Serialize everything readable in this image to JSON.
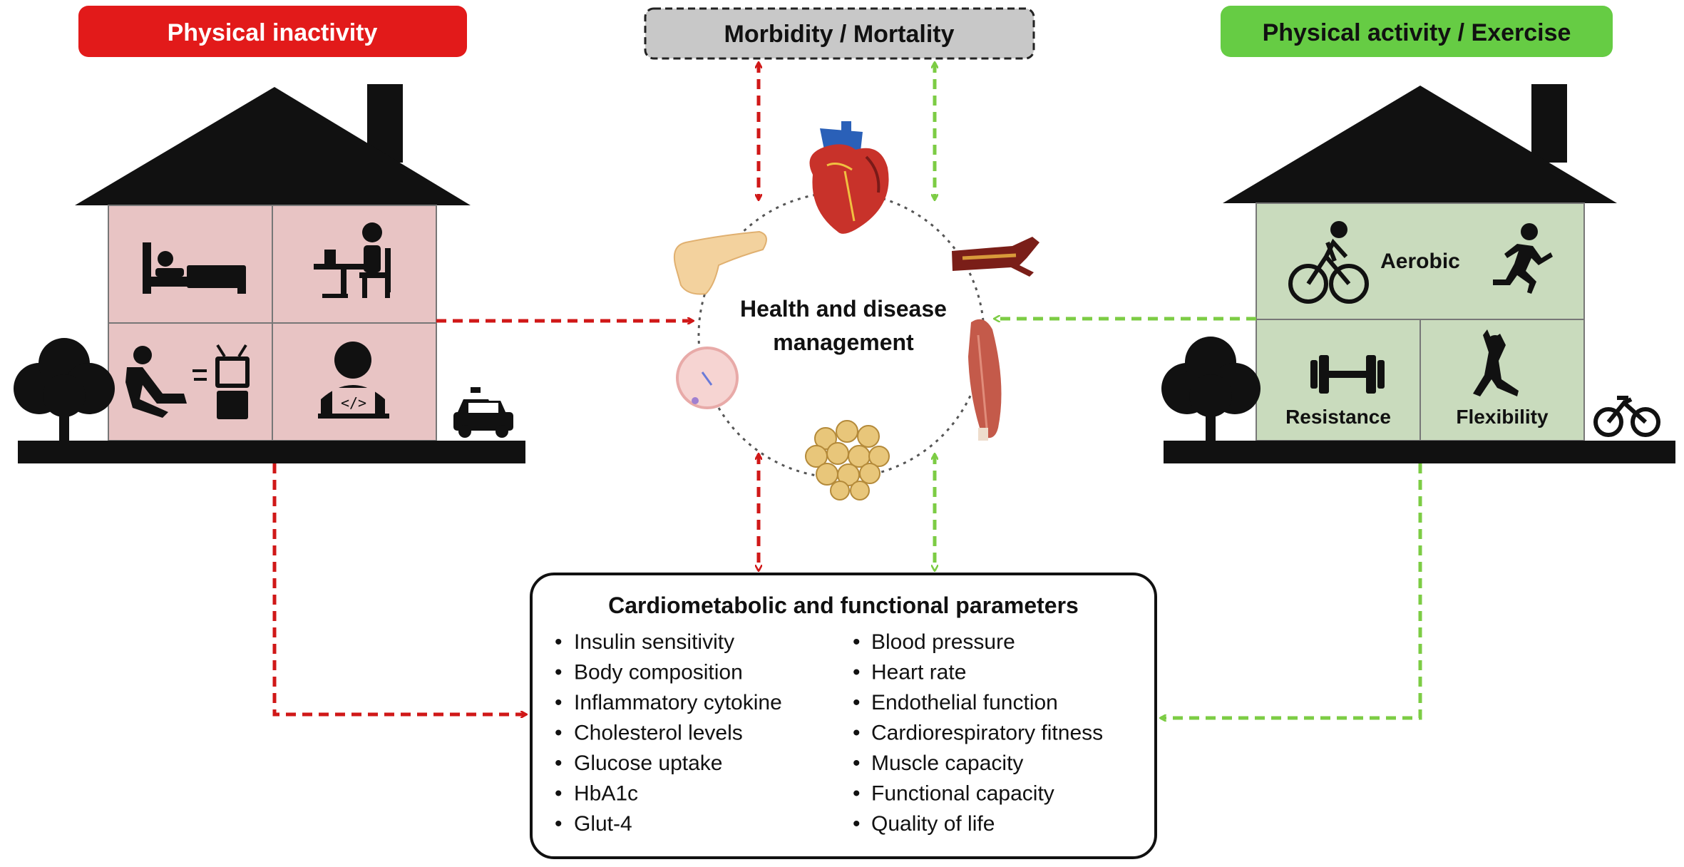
{
  "headers": {
    "inactivity": "Physical inactivity",
    "morbidity": "Morbidity / Mortality",
    "activity": "Physical activity / Exercise"
  },
  "center": {
    "line1": "Health and disease",
    "line2": "management"
  },
  "exercise_house": {
    "aerobic": "Aerobic",
    "resistance": "Resistance",
    "flexibility": "Flexibility"
  },
  "parameters": {
    "title": "Cardiometabolic and functional parameters",
    "left": [
      "Insulin sensitivity",
      "Body composition",
      "Inflammatory cytokine",
      "Cholesterol levels",
      "Glucose uptake",
      "HbA1c",
      "Glut-4"
    ],
    "right": [
      "Blood pressure",
      "Heart rate",
      "Endothelial function",
      "Cardiorespiratory fitness",
      "Muscle capacity",
      "Functional capacity",
      "Quality of life"
    ]
  },
  "icons": {
    "inactivity_rooms": [
      "bed-icon",
      "desk-work-icon",
      "tv-watching-icon",
      "computer-user-icon"
    ],
    "outside_left": [
      "tree-icon",
      "car-icon"
    ],
    "exercise_rooms": [
      "cycling-icon",
      "running-icon",
      "dumbbell-icon",
      "stretching-icon"
    ],
    "outside_right": [
      "tree-icon",
      "bicycle-icon"
    ],
    "organs": [
      "heart-icon",
      "blood-vessel-icon",
      "muscle-icon",
      "adipose-tissue-icon",
      "cell-icon",
      "pancreas-icon"
    ]
  },
  "colors": {
    "inactivity": "#e21a1a",
    "activity": "#66cc44",
    "morbidity_box": "#c8c8c8",
    "inactive_house": "#e8c4c4",
    "active_house": "#c9dbbd",
    "arrow_red": "#d01818",
    "arrow_green": "#7ccc44"
  }
}
